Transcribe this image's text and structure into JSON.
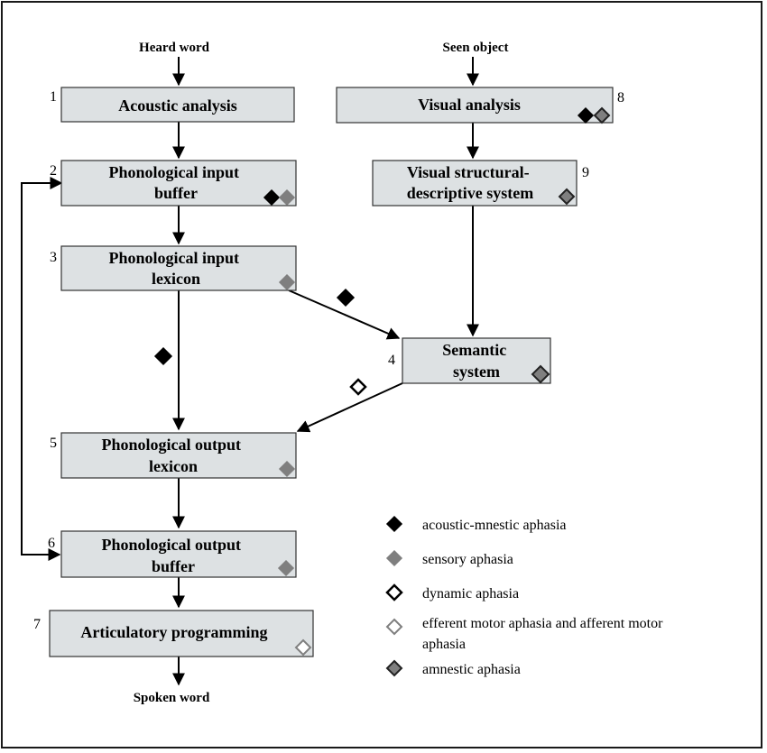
{
  "inputs": {
    "heard_word": "Heard word",
    "seen_object": "Seen object",
    "spoken_word": "Spoken word"
  },
  "boxes": [
    {
      "id": "acoustic",
      "number": "1",
      "lines": [
        "Acoustic analysis"
      ]
    },
    {
      "id": "phon-input-buffer",
      "number": "2",
      "lines": [
        "Phonological input",
        "buffer"
      ]
    },
    {
      "id": "phon-input-lexicon",
      "number": "3",
      "lines": [
        "Phonological input",
        "lexicon"
      ]
    },
    {
      "id": "semantic",
      "number": "4",
      "lines": [
        "Semantic",
        "system"
      ]
    },
    {
      "id": "phon-output-lexicon",
      "number": "5",
      "lines": [
        "Phonological output",
        "lexicon"
      ]
    },
    {
      "id": "phon-output-buffer",
      "number": "6",
      "lines": [
        "Phonological output",
        "buffer"
      ]
    },
    {
      "id": "articulatory",
      "number": "7",
      "lines": [
        "Articulatory programming"
      ]
    },
    {
      "id": "visual",
      "number": "8",
      "lines": [
        "Visual analysis"
      ]
    },
    {
      "id": "visual-structural",
      "number": "9",
      "lines": [
        "Visual structural-",
        "descriptive system"
      ]
    }
  ],
  "legend": [
    {
      "marker": "acoustic-mnestic",
      "lines": [
        "acoustic-mnestic aphasia"
      ]
    },
    {
      "marker": "sensory",
      "lines": [
        "sensory aphasia"
      ]
    },
    {
      "marker": "dynamic",
      "lines": [
        "dynamic aphasia"
      ]
    },
    {
      "marker": "efferent-afferent-motor",
      "lines": [
        "efferent motor aphasia and afferent motor",
        "aphasia"
      ]
    },
    {
      "marker": "amnestic",
      "lines": [
        "amnestic aphasia"
      ]
    }
  ],
  "colors": {
    "acoustic-mnestic": "#000000",
    "sensory": "#7f7f7f",
    "dynamic": "#ffffff",
    "efferent-afferent-motor": "#ffffff",
    "amnestic": "#7f7f7f",
    "box_fill": "#dde1e3"
  }
}
